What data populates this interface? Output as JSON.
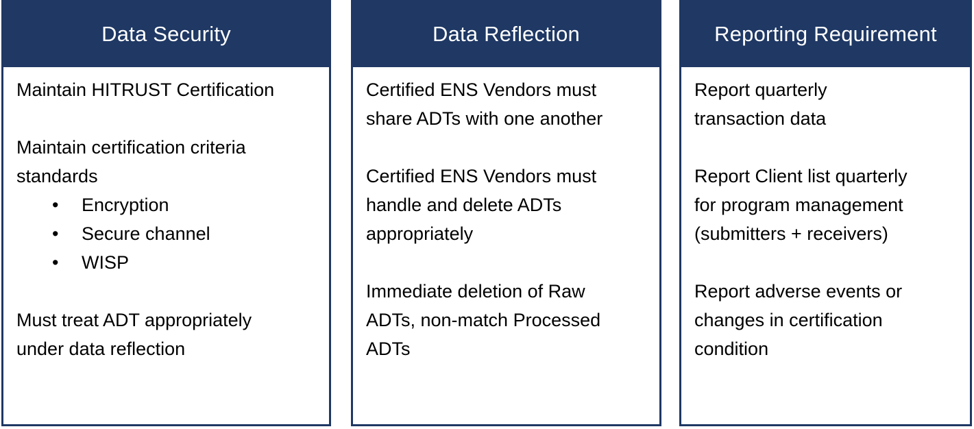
{
  "colors": {
    "header_bg": "#1F3864",
    "card_border": "#1F3864",
    "header_text": "#FFFFFF",
    "body_text": "#000000",
    "page_bg": "#FFFFFF"
  },
  "bullet_glyph": "•",
  "cards": [
    {
      "title": "Data Security",
      "paragraphs": {
        "p1": {
          "lines": [
            "Maintain HITRUST Certification"
          ]
        },
        "p2": {
          "lines": [
            "Maintain certification criteria",
            "standards"
          ]
        },
        "bullets": [
          "Encryption",
          "Secure channel",
          "WISP"
        ],
        "p3": {
          "lines": [
            "Must treat ADT appropriately",
            "under data reflection"
          ]
        }
      }
    },
    {
      "title": "Data Reflection",
      "paragraphs": {
        "p1": {
          "lines": [
            "Certified ENS Vendors must",
            "share ADTs with one another"
          ]
        },
        "p2": {
          "lines": [
            "Certified ENS Vendors must",
            "handle and delete ADTs",
            "appropriately"
          ]
        },
        "p3": {
          "lines": [
            "Immediate deletion of Raw",
            "ADTs, non-match Processed",
            "ADTs"
          ]
        }
      }
    },
    {
      "title": "Reporting Requirement",
      "paragraphs": {
        "p1": {
          "lines": [
            "Report quarterly",
            "transaction data"
          ]
        },
        "p2": {
          "lines": [
            "Report Client list quarterly",
            "for program management",
            "(submitters + receivers)"
          ]
        },
        "p3": {
          "lines": [
            "Report adverse events or",
            "changes in certification",
            "condition"
          ]
        }
      }
    }
  ]
}
